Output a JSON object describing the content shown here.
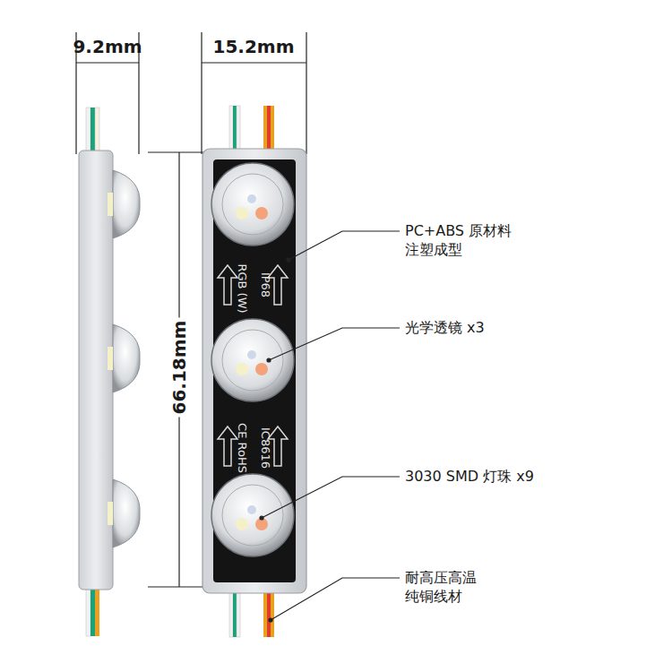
{
  "diagram": {
    "labels": [
      "9.2mm",
      "15.2mm",
      "66.18mm",
      "RGB (W)",
      "IP68",
      "CE RoHS",
      "IC8616",
      "PC+ABS 原材料 注塑成型",
      "光学透镜 x3",
      "3030 SMD 灯珠 x9",
      "耐高压高温 纯铜线材"
    ]
  }
}
